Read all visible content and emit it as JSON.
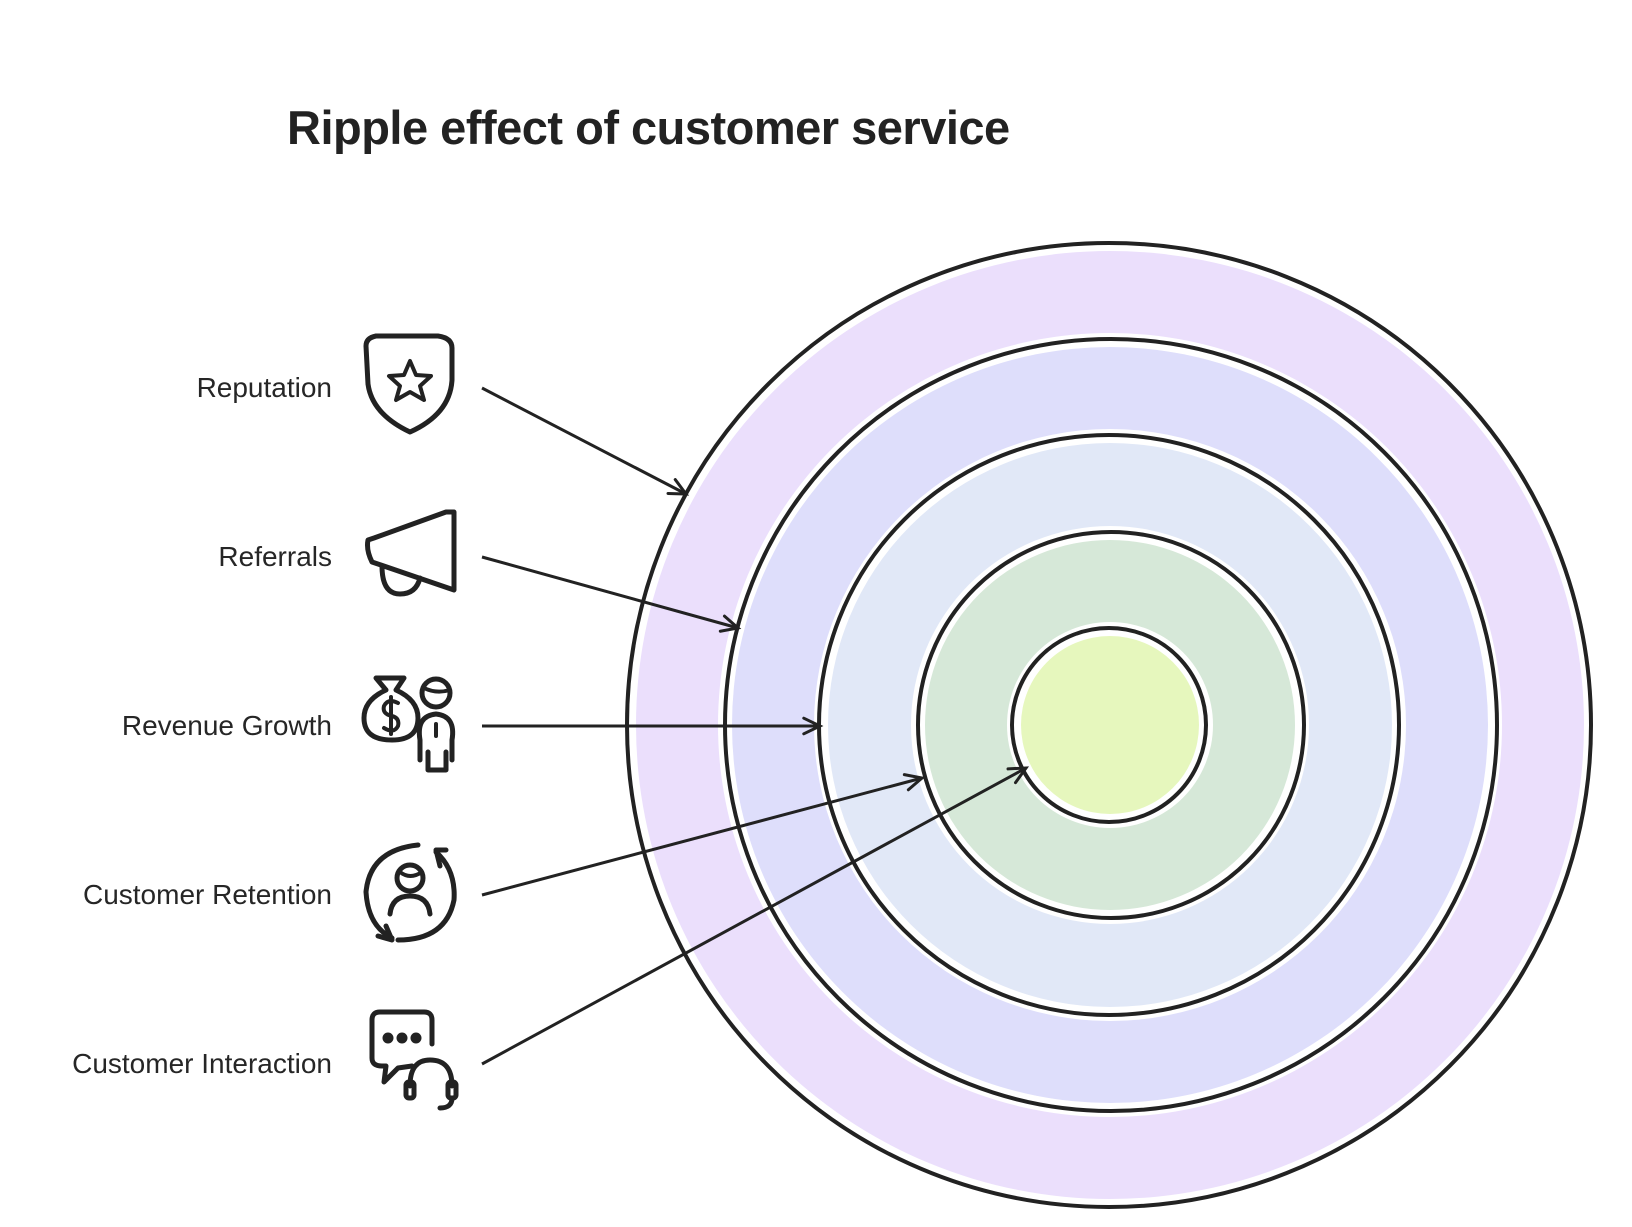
{
  "title": "Ripple effect of customer service",
  "colors": {
    "ring_outer": "#ebdffc",
    "ring_second": "#dedefb",
    "ring_third": "#e1e8f7",
    "ring_fourth": "#d6e8d8",
    "core": "#e6f7bd",
    "stroke": "#222222"
  },
  "rings": [
    {
      "name": "reputation",
      "color": "#ebdffc"
    },
    {
      "name": "referrals",
      "color": "#dedefb"
    },
    {
      "name": "revenue-growth",
      "color": "#e1e8f7"
    },
    {
      "name": "customer-retention",
      "color": "#d6e8d8"
    },
    {
      "name": "customer-interaction",
      "color": "#e6f7bd"
    }
  ],
  "items": [
    {
      "label": "Reputation",
      "icon": "shield-star-icon"
    },
    {
      "label": "Referrals",
      "icon": "megaphone-icon"
    },
    {
      "label": "Revenue Growth",
      "icon": "money-bag-person-icon"
    },
    {
      "label": "Customer Retention",
      "icon": "user-cycle-icon"
    },
    {
      "label": "Customer Interaction",
      "icon": "chat-headset-icon"
    }
  ]
}
